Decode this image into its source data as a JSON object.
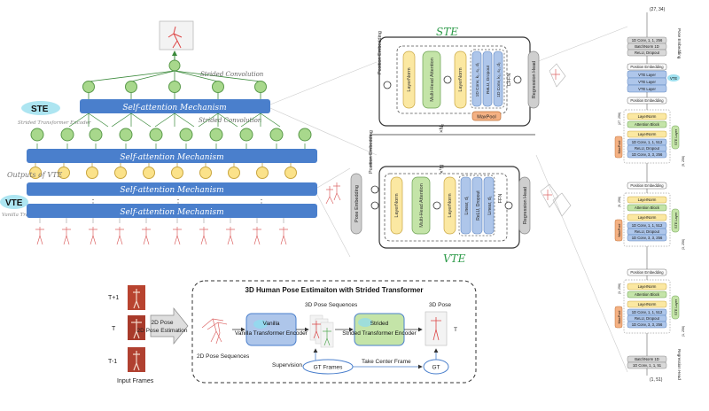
{
  "left_panel": {
    "strided_conv_top": "Strided Convolution",
    "strided_conv_mid": "Strided Convolution",
    "ste_label": "STE",
    "ste_note": "Strided Transformer Encoder",
    "sam_label": "Self-attention Mechanism",
    "vte_label": "VTE",
    "vte_note": "Vanilla Transformer Encoder",
    "outputs_note": "Outputs of VTE",
    "dots": "⋮"
  },
  "ste_block": {
    "title": "STE",
    "position_embedding": "Position Embedding",
    "layernorm": "LayerNorm",
    "attention": "Multi-Head Attention",
    "conv1": "1D Conv, k₁, s₁, d₁",
    "relu_dropout": "ReLU, Dropout",
    "conv2": "1D Conv, k₂, s₂, d₂",
    "cffn": "CFFN",
    "maxpool": "MaxPool",
    "regression_head": "Regression Head",
    "repeat": "×N₂"
  },
  "vte_block": {
    "title": "VTE",
    "pose_embedding": "Pose Embedding",
    "position_embedding": "Position Embedding",
    "layernorm": "LayerNorm",
    "attention": "Multi-Head Attention",
    "linear1": "Linear, d₁",
    "relu_dropout": "ReLU, Dropout",
    "linear2": "Linear, d₂",
    "ffn": "FFN",
    "regression_head": "Regression Head",
    "repeat": "N₁×"
  },
  "pipeline": {
    "title": "3D Human Pose Estimaiton with Strided Transformer",
    "frame_labels": [
      "T+1",
      "T",
      "T-1"
    ],
    "input_frames": "Input Frames",
    "pose_2d_arrow": "2D Pose Estimation",
    "pose_2d_sequences": "2D Pose Sequences",
    "vte_box": "Vanilla Transformer Encoder",
    "pose_3d_sequences": "3D Pose Sequences",
    "ste_box": "Strided Transformer Encoder",
    "pose_3d": "3D Pose",
    "supervision": "Supervision",
    "gt_frames": "GT Frames",
    "take_center": "Take Center Frame",
    "gt": "GT",
    "tau": "T"
  },
  "right_panel": {
    "input_shape": "(27, 34)",
    "conv_in": "1D Conv, 1, 1, 256",
    "bn_in": "BatchNorm 1D",
    "relu_in": "ReLU, Dropout",
    "pose_embedding": "Pose Embedding",
    "position_embedding": "Position Embedding",
    "vte_layer": "VTE Layer",
    "vte_tag": "VTE",
    "layernorm": "LayerNorm",
    "attention_block": "Attention Block",
    "conv_expand": "1D Conv, 1, 1, 512",
    "relu": "ReLU, Dropout",
    "conv_stride": "1D Conv, 3, 3, 256",
    "maxpool": "MaxPool",
    "ste_layer": "STE Layer",
    "shape_27": "(27, 256)",
    "shape_9": "(9, 256)",
    "shape_3": "(3, 256)",
    "shape_1": "(1, 256)",
    "bn_out": "BatchNorm 1D",
    "conv_out": "1D Conv, 1, 1, 51",
    "output_shape": "(1, 51)",
    "regression_head": "Regression Head"
  },
  "colors": {
    "blue_bar": "#4a7fcc",
    "green_node": "#a8d88c",
    "yellow_node": "#fbe28a",
    "layernorm": "#fbe8a2",
    "attention": "#c4e4a8",
    "ffn_blue": "#aec6ea",
    "maxpool": "#f4b183",
    "grey_head": "#cfcfcf",
    "handwritten_green": "#2e9b4a"
  }
}
